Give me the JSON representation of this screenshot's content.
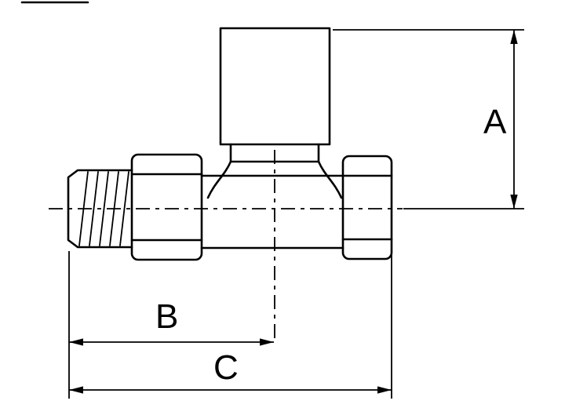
{
  "drawing": {
    "background": "#ffffff",
    "line_color": "#000000",
    "labels": {
      "a": "A",
      "b": "B",
      "c": "C"
    }
  }
}
